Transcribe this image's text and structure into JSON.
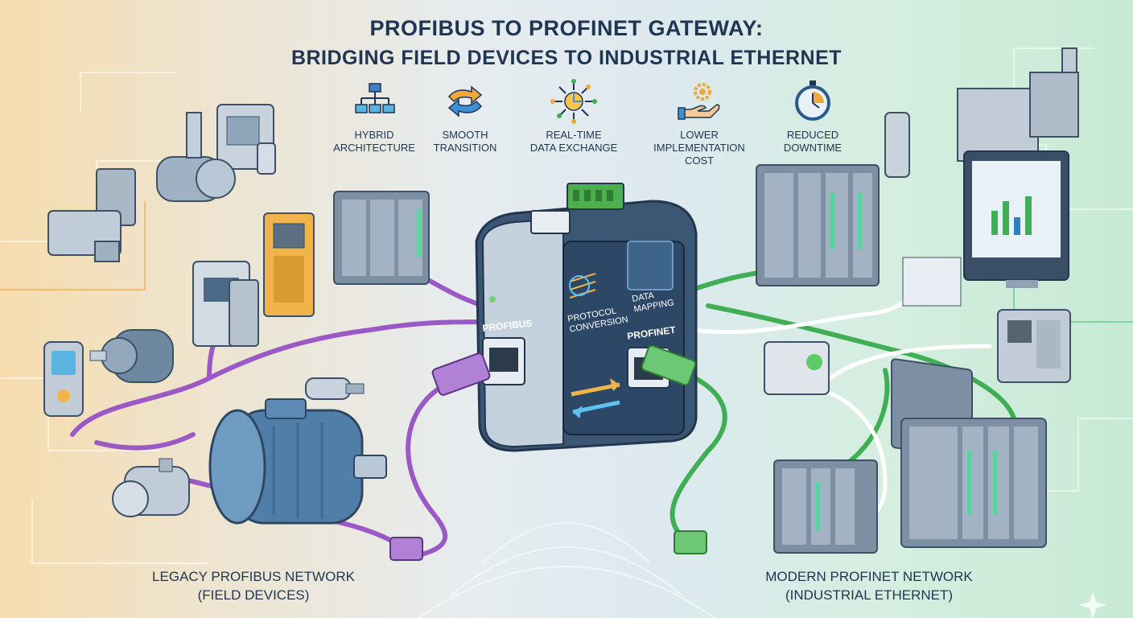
{
  "title": {
    "line1": "PROFIBUS TO PROFINET GATEWAY:",
    "line2": "BRIDGING FIELD DEVICES TO INDUSTRIAL ETHERNET"
  },
  "benefits": [
    {
      "label": "HYBRID\nARCHITECTURE",
      "icon": "hierarchy-icon"
    },
    {
      "label": "SMOOTH\nTRANSITION",
      "icon": "swap-arrows-icon"
    },
    {
      "label": "REAL-TIME\nDATA EXCHANGE",
      "icon": "data-exchange-icon"
    },
    {
      "label": "LOWER\nIMPLEMENTATION\nCOST",
      "icon": "hand-gear-icon"
    },
    {
      "label": "REDUCED\nDOWNTIME",
      "icon": "stopwatch-icon"
    }
  ],
  "gateway": {
    "port_left": "PROFIBUS",
    "port_right": "PROFINET",
    "function_1": "PROTOCOL\nCONVERSION",
    "function_2": "DATA\nMAPPING"
  },
  "networks": {
    "legacy": "LEGACY PROFIBUS NETWORK\n(FIELD DEVICES)",
    "modern": "MODERN PROFINET NETWORK\n(INDUSTRIAL ETHERNET)"
  },
  "colors": {
    "profibus_cable": "#9b59c6",
    "profinet_cable": "#3fae55",
    "text": "#1f3552",
    "gateway_body": "#3c5774"
  }
}
